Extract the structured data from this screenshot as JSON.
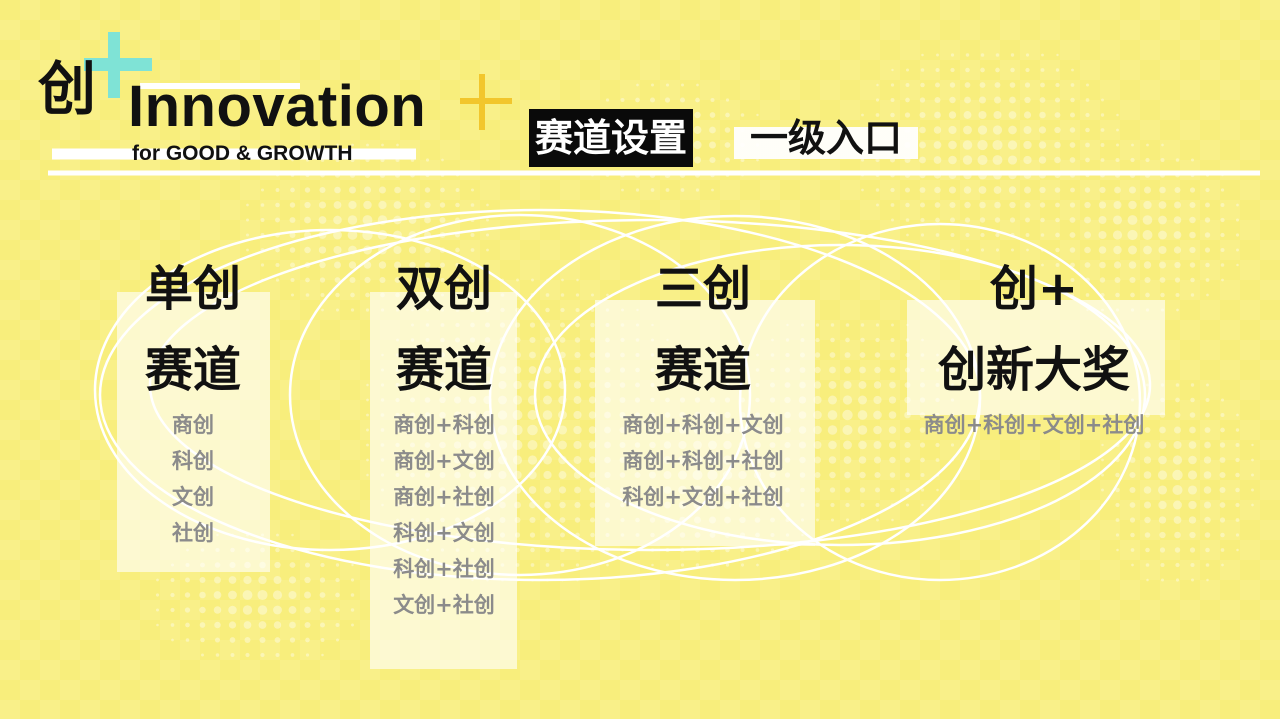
{
  "logo": {
    "chuang": "创",
    "innovation": "Innovation",
    "subtitle": "for GOOD & GROWTH"
  },
  "header": {
    "tag": "赛道设置",
    "subtitle": "一级入口"
  },
  "tracks": [
    {
      "title_line1": "单创",
      "title_line2": "赛道",
      "items": [
        "商创",
        "科创",
        "文创",
        "社创"
      ]
    },
    {
      "title_line1": "双创",
      "title_line2": "赛道",
      "items": [
        "商创+科创",
        "商创+文创",
        "商创+社创",
        "科创+文创",
        "科创+社创",
        "文创+社创"
      ]
    },
    {
      "title_line1": "三创",
      "title_line2": "赛道",
      "items": [
        "商创+科创+文创",
        "商创+科创+社创",
        "科创+文创+社创"
      ]
    },
    {
      "title_line1": "创+",
      "title_line2": "创新大奖",
      "items": [
        "商创+科创+文创+社创"
      ]
    }
  ],
  "colors": {
    "background": "#f8ee7c",
    "cross_teal": "#7fe3d6",
    "cross_gold": "#f2c62c",
    "ink": "#111111",
    "muted_text": "#8b8b8b"
  }
}
